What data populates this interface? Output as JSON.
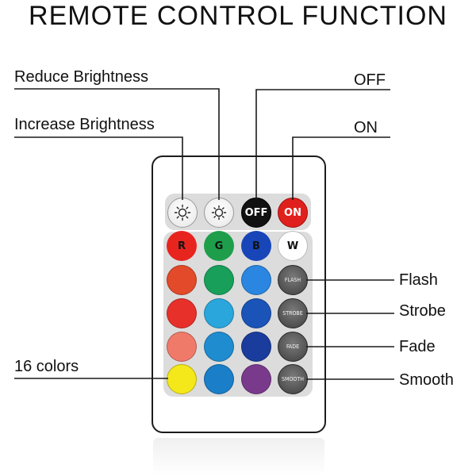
{
  "title": "REMOTE CONTROL FUNCTION",
  "callouts": {
    "reduce_brightness": "Reduce Brightness",
    "increase_brightness": "Increase Brightness",
    "off": "OFF",
    "on": "ON",
    "flash": "Flash",
    "strobe": "Strobe",
    "fade": "Fade",
    "smooth": "Smooth",
    "colors": "16 colors"
  },
  "remote": {
    "top_row": [
      {
        "id": "increase",
        "icon": "sun-icon-large",
        "label": ""
      },
      {
        "id": "reduce",
        "icon": "sun-icon-small",
        "label": ""
      },
      {
        "id": "off",
        "label": "OFF",
        "color": "#111111"
      },
      {
        "id": "on",
        "label": "ON",
        "color": "#e0201c"
      }
    ],
    "rgbw_row": [
      {
        "id": "r",
        "label": "R",
        "color": "#e8241f"
      },
      {
        "id": "g",
        "label": "G",
        "color": "#1e9e4a"
      },
      {
        "id": "b",
        "label": "B",
        "color": "#1846b8"
      },
      {
        "id": "w",
        "label": "W",
        "color": "#ffffff"
      }
    ],
    "color_grid": [
      [
        "#e24a2a",
        "#18a05a",
        "#2a86e0"
      ],
      [
        "#e8302a",
        "#2aa6dc",
        "#1a54b8"
      ],
      [
        "#f07a6a",
        "#208cd0",
        "#1a3c9c"
      ],
      [
        "#f4e81a",
        "#1a7ec8",
        "#7a3a8c"
      ]
    ],
    "function_buttons": [
      "FLASH",
      "STROBE",
      "FADE",
      "SMOOTH"
    ]
  }
}
